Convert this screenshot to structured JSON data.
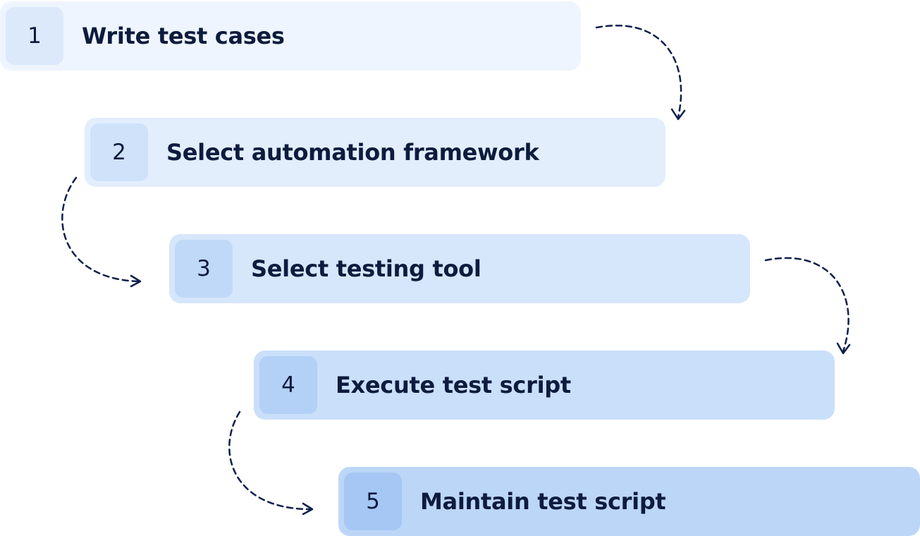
{
  "steps": [
    {
      "number": "1",
      "label": "Write test cases"
    },
    {
      "number": "2",
      "label": "Select automation framework"
    },
    {
      "number": "3",
      "label": "Select testing tool"
    },
    {
      "number": "4",
      "label": "Execute test script"
    },
    {
      "number": "5",
      "label": "Maintain test script"
    }
  ],
  "colors": {
    "text": "#0d1b3e",
    "arrow": "#0f1f4d",
    "step_backgrounds": [
      "#eef5fe",
      "#e2eefc",
      "#d6e6fb",
      "#cadffa",
      "#bcd6f8"
    ]
  },
  "connectors": [
    {
      "from": "1",
      "to": "2",
      "side": "right",
      "style": "dashed-curved-arrow"
    },
    {
      "from": "2",
      "to": "3",
      "side": "left",
      "style": "dashed-curved-arrow"
    },
    {
      "from": "3",
      "to": "4",
      "side": "right",
      "style": "dashed-curved-arrow"
    },
    {
      "from": "4",
      "to": "5",
      "side": "left",
      "style": "dashed-curved-arrow"
    }
  ]
}
